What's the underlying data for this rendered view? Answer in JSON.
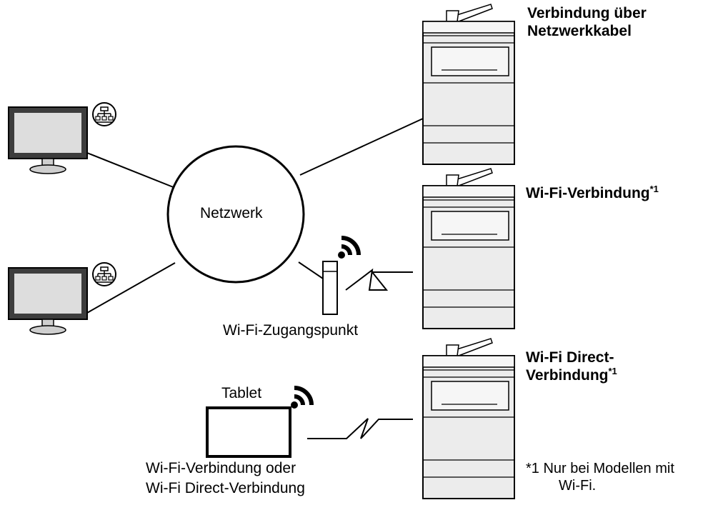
{
  "network": {
    "label": "Netzwerk"
  },
  "access_point": {
    "label": "Wi-Fi-Zugangspunkt"
  },
  "tablet": {
    "label": "Tablet",
    "connection_line1": "Wi-Fi-Verbindung oder",
    "connection_line2": "Wi-Fi Direct-Verbindung"
  },
  "printers": {
    "cable": {
      "line1": "Verbindung über",
      "line2": "Netzwerkkabel"
    },
    "wifi": {
      "text": "Wi-Fi-Verbindung",
      "sup": "*1"
    },
    "direct": {
      "line1": "Wi-Fi Direct-",
      "line2": "Verbindung",
      "sup": "*1"
    }
  },
  "footnote": {
    "line1": "*1 Nur bei Modellen mit",
    "line2": "Wi-Fi."
  },
  "icons": [
    "monitor-icon",
    "lan-icon",
    "wifi-icon",
    "access-point-icon",
    "tablet-icon",
    "printer-icon"
  ]
}
